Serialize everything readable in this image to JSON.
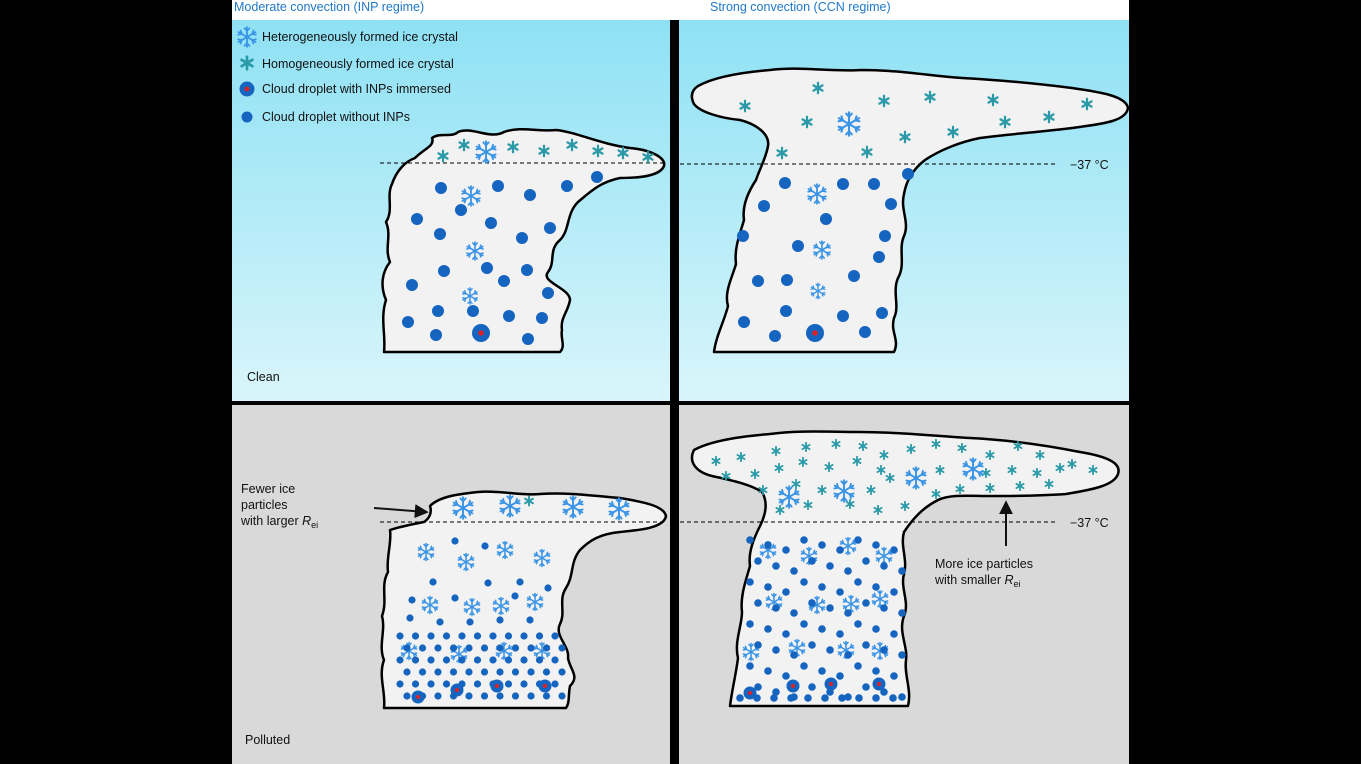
{
  "headers": {
    "left": "Moderate convection (INP regime)",
    "right": "Strong convection (CCN regime)"
  },
  "legend": {
    "hetero_ice": "Heterogeneously formed ice crystal",
    "homo_ice": "Homogeneously formed ice crystal",
    "droplet_inp": "Cloud droplet with INPs immersed",
    "droplet": "Cloud droplet without INPs"
  },
  "rows": {
    "clean": "Clean",
    "polluted": "Polluted"
  },
  "temperature_label": "−37 °C",
  "annotations": {
    "fewer": {
      "line1": "Fewer ice",
      "line2": "particles",
      "line3": "with larger ",
      "r": "R",
      "sub": "ei"
    },
    "more": {
      "line1": "More ice particles",
      "line2": "with smaller ",
      "r": "R",
      "sub": "ei"
    }
  },
  "colors": {
    "background": "#000000",
    "sky_top": "#8ee1f4",
    "sky_bottom": "#d7f4fb",
    "polluted_bg": "#d9d9d9",
    "cloud_fill": "#f2f2f2",
    "header_text": "#1f78c8",
    "droplet": "#1565c0",
    "inp_core": "#e02020",
    "hetero_ice": "#3a94e6",
    "homo_ice": "#2a9aa8"
  }
}
